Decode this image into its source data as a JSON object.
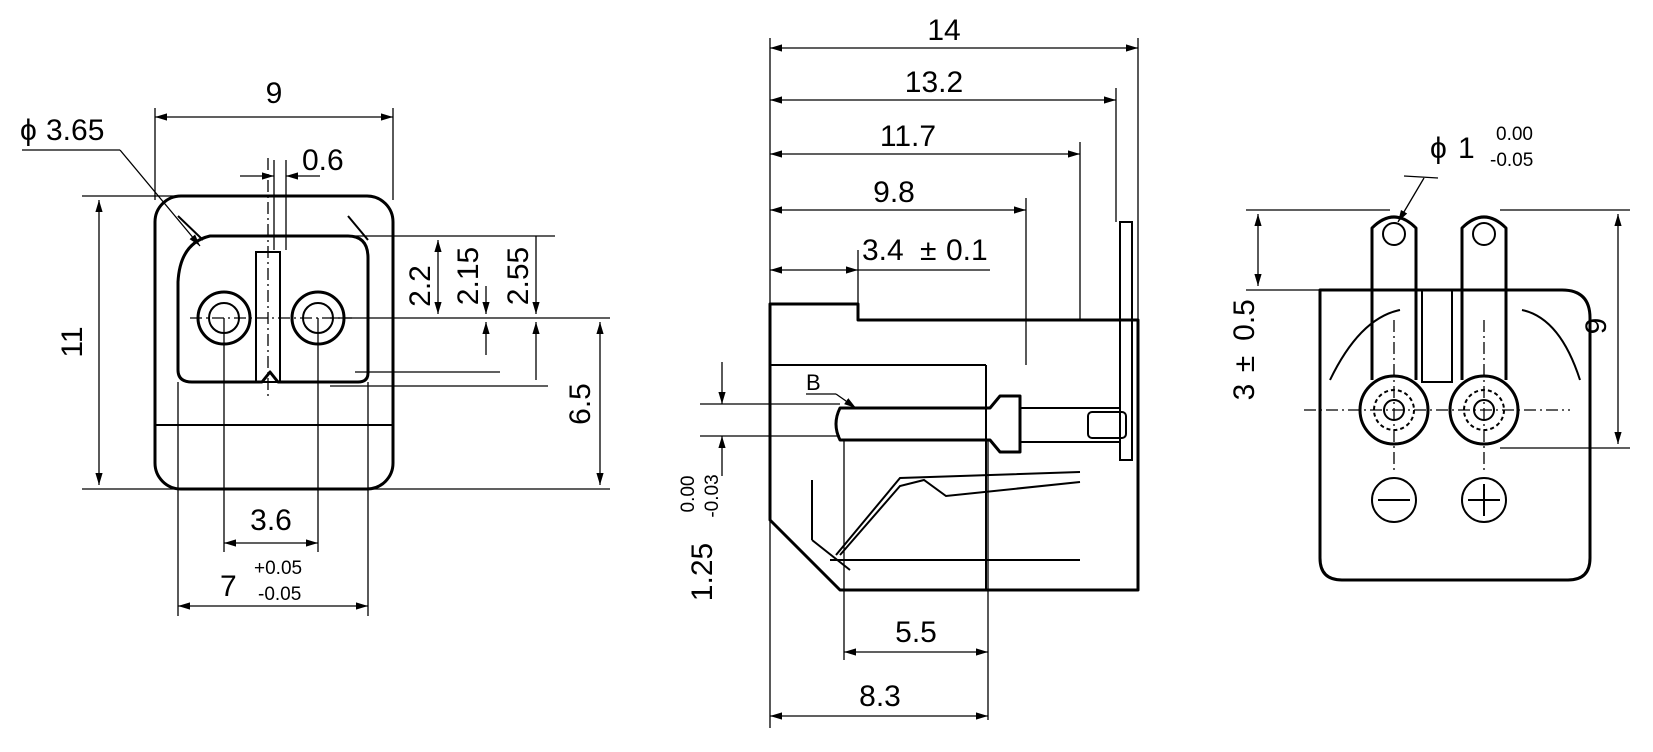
{
  "front_view": {
    "width_label": "9",
    "height_label": "11",
    "diameter_symbol": "ϕ",
    "diameter_label": "3.65",
    "gap_label": "0.6",
    "dim_a_label": "2.2",
    "dim_b_label": "2.15",
    "dim_c_label": "2.55",
    "offset_label": "6.5",
    "pin_pitch_label": "3.6",
    "outer_width_label": "7",
    "outer_width_tol_upper": "+0.05",
    "outer_width_tol_lower": "-0.05"
  },
  "side_view": {
    "overall_label": "14",
    "depth_a_label": "13.2",
    "depth_b_label": "11.7",
    "depth_c_label": "9.8",
    "insert_label": "3.4",
    "insert_tol_symbol": "±",
    "insert_tol_label": "0.1",
    "detail_label": "B",
    "pin_dia_label": "1.25",
    "pin_dia_tol_upper": "0.00",
    "pin_dia_tol_lower": "-0.03",
    "bottom_a_label": "5.5",
    "bottom_b_label": "8.3"
  },
  "rear_view": {
    "hole_symbol": "ϕ",
    "hole_label": "1",
    "hole_tol_upper": "0.00",
    "hole_tol_lower": "-0.05",
    "pin_offset_label": "3",
    "pin_offset_tol_symbol": "±",
    "pin_offset_tol_label": "0.5",
    "height_label": "9",
    "minus_symbol": "−",
    "plus_symbol": "+"
  }
}
